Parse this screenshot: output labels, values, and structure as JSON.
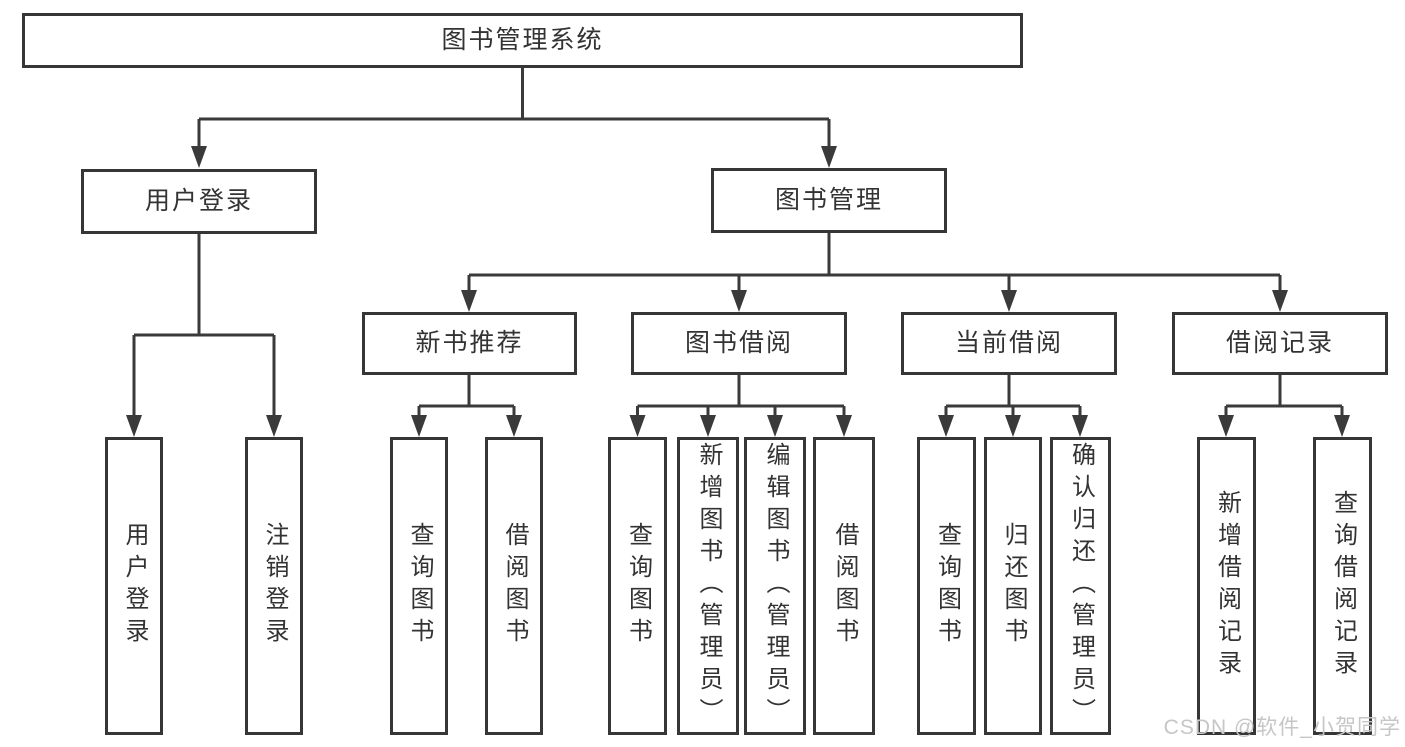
{
  "diagram": {
    "root": {
      "label": "图书管理系统"
    },
    "user_login": {
      "label": "用户登录",
      "children": {
        "login": "用户登录",
        "logout": "注销登录"
      }
    },
    "book_mgmt": {
      "label": "图书管理",
      "new_book": {
        "label": "新书推荐",
        "children": {
          "query": "查询图书",
          "borrow": "借阅图书"
        }
      },
      "book_borrow": {
        "label": "图书借阅",
        "children": {
          "query": "查询图书",
          "add": "新增图书（管理员）",
          "edit": "编辑图书（管理员）",
          "borrow": "借阅图书"
        }
      },
      "current_borrow": {
        "label": "当前借阅",
        "children": {
          "query": "查询图书",
          "return": "归还图书",
          "confirm": "确认归还（管理员）"
        }
      },
      "borrow_records": {
        "label": "借阅记录",
        "children": {
          "add": "新增借阅记录",
          "query": "查询借阅记录"
        }
      }
    }
  },
  "watermark": {
    "text": "CSDN @软件_小贺同学"
  },
  "colors": {
    "line": "#3a3a3a",
    "box_border": "#363636",
    "text": "#333333",
    "watermark": "#c6c6c6",
    "background": "#ffffff"
  }
}
